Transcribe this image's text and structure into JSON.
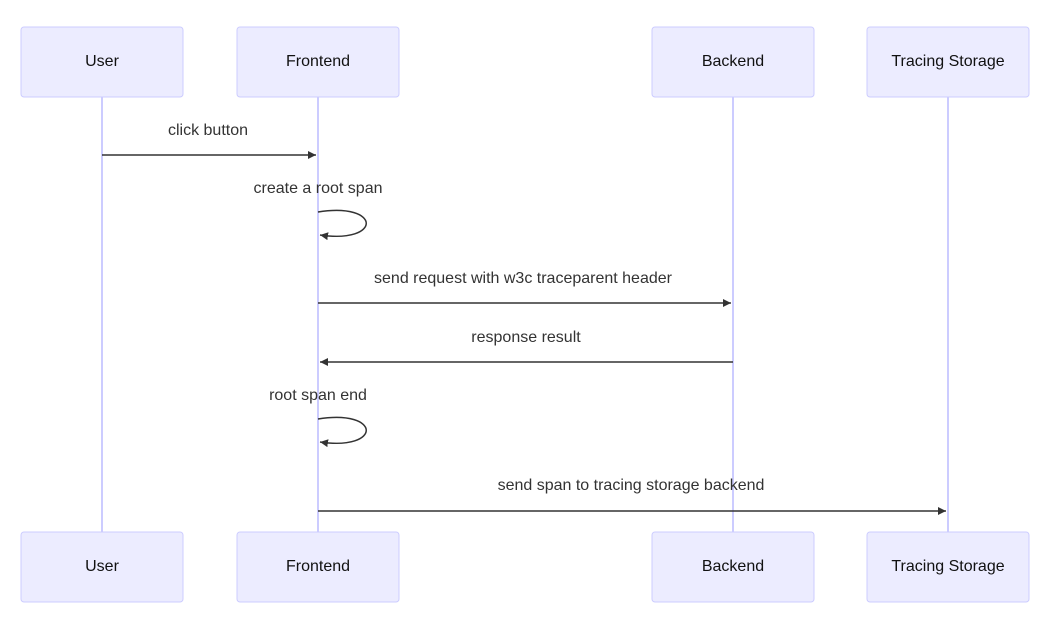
{
  "participants": {
    "user": "User",
    "frontend": "Frontend",
    "backend": "Backend",
    "storage": "Tracing Storage"
  },
  "messages": {
    "m1": "click button",
    "m2": "create a root span",
    "m3": "send request with w3c traceparent header",
    "m4": "response result",
    "m5": "root span end",
    "m6": "send span to tracing storage backend"
  },
  "colors": {
    "actor_fill": "#ECECFF",
    "actor_border": "#CCCCFF",
    "lifeline": "#CCCCFF",
    "arrow": "#333333",
    "text": "#333333"
  }
}
